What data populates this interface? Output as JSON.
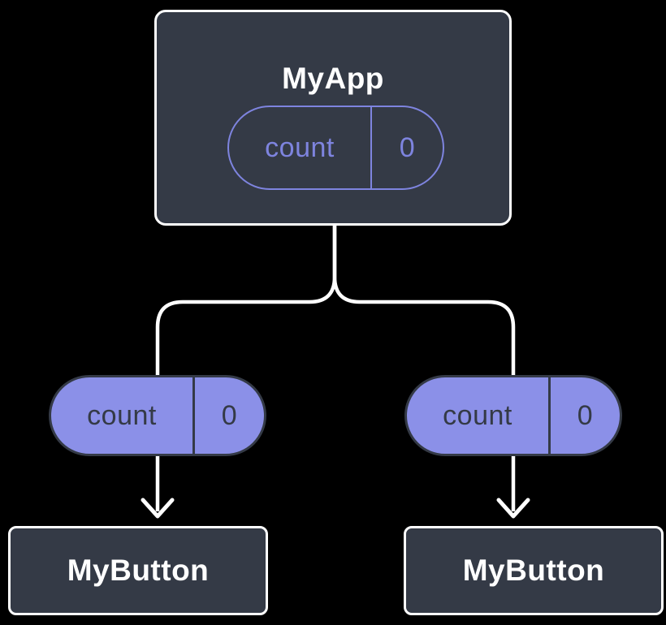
{
  "diagram": {
    "root": {
      "title": "MyApp",
      "state": {
        "label": "count",
        "value": "0"
      }
    },
    "children": [
      {
        "title": "MyButton",
        "prop": {
          "label": "count",
          "value": "0"
        }
      },
      {
        "title": "MyButton",
        "prop": {
          "label": "count",
          "value": "0"
        }
      }
    ],
    "colors": {
      "background": "#000000",
      "node_fill": "#343A46",
      "node_border": "#FFFFFF",
      "node_text": "#FFFFFF",
      "state_pill_outline": "#7E84DF",
      "state_pill_text": "#7E84DF",
      "prop_pill_fill": "#8B90E8",
      "prop_pill_outline": "#343A46",
      "prop_pill_text": "#343A46",
      "connector": "#FFFFFF"
    }
  }
}
